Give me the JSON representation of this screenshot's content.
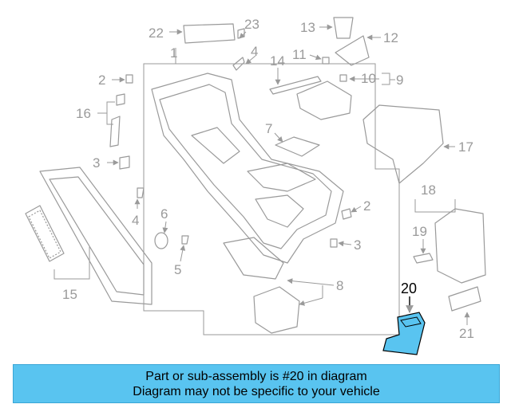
{
  "diagram": {
    "callouts": [
      "1",
      "2",
      "2",
      "3",
      "3",
      "4",
      "4",
      "5",
      "6",
      "7",
      "8",
      "9",
      "10",
      "11",
      "12",
      "13",
      "14",
      "15",
      "16",
      "17",
      "18",
      "19",
      "20",
      "21",
      "22",
      "23"
    ],
    "highlighted_part": "20",
    "colors": {
      "parts": "#9a9a9a",
      "highlight_fill": "#59c4f0",
      "banner": "#59c4f0"
    }
  },
  "banner": {
    "line1": "Part or sub-assembly is #20 in diagram",
    "line2": "Diagram may not be specific to your vehicle"
  }
}
